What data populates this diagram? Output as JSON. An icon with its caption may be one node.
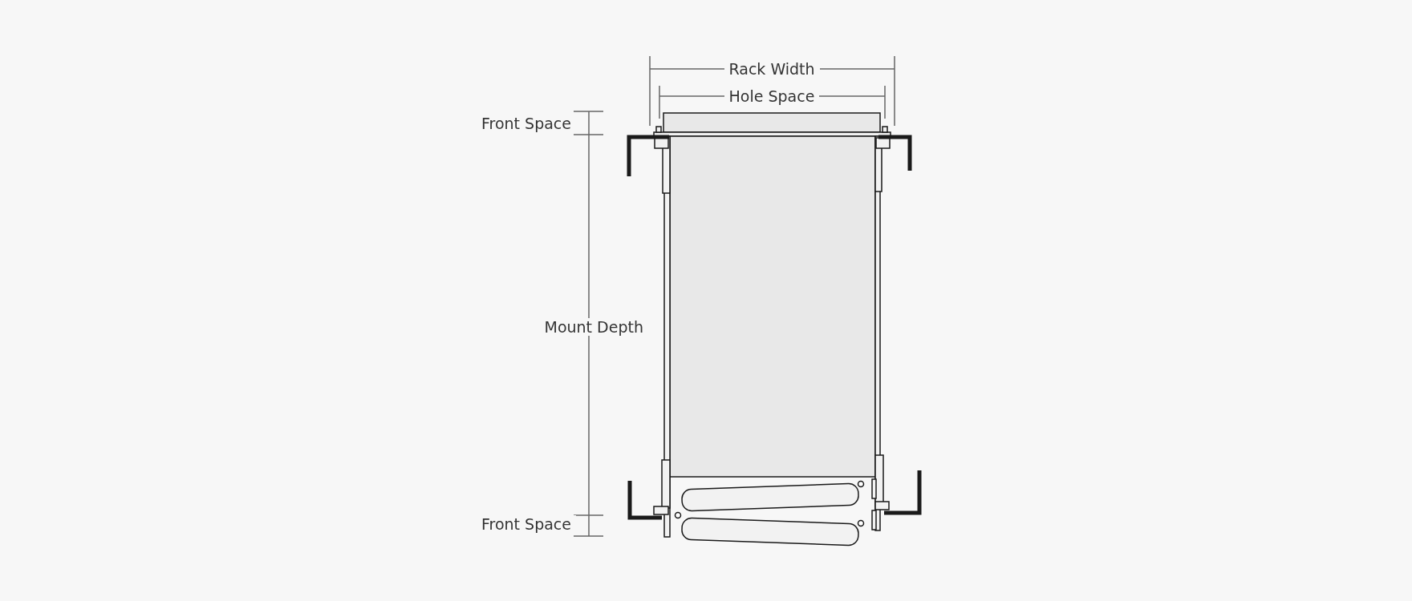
{
  "diagram": {
    "labels": [
      "Rack Width",
      "Hole Space",
      "Front Space",
      "Mount Depth",
      "Front Space"
    ]
  }
}
